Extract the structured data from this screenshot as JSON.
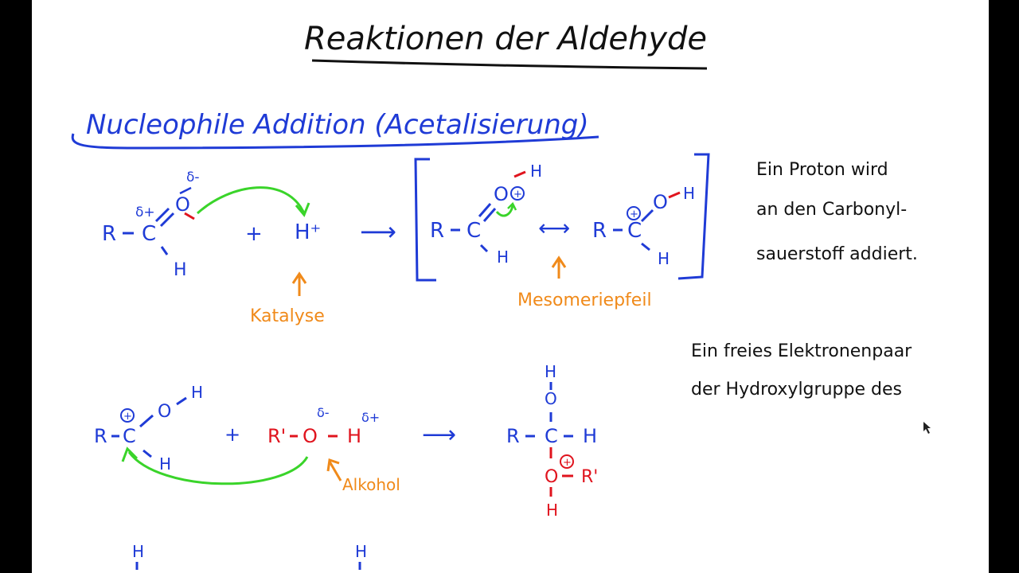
{
  "title": "Reaktionen der Aldehyde",
  "subtitle": "Nucleophile Addition (Acetalisierung)",
  "colors": {
    "black": "#111111",
    "blue": "#1f3bd6",
    "red": "#e0141e",
    "green": "#3ad42a",
    "orange": "#f08a1a"
  },
  "reaction1": {
    "aldehyde": {
      "r": "R",
      "c": "C",
      "o": "O",
      "h": "H",
      "delta_plus": "δ+",
      "delta_minus": "δ-"
    },
    "plus": "+",
    "proton": "H⁺",
    "arrow": "⟶",
    "label_catalysis": "Katalyse",
    "resonance_arrow": "⟷",
    "label_mesomery": "Mesomeriepfeil"
  },
  "reaction2": {
    "r1": "R'",
    "o": "O",
    "h": "H",
    "delta_minus": "δ-",
    "delta_plus": "δ+",
    "label_alcohol": "Alkohol",
    "plus": "+",
    "arrow": "⟶"
  },
  "notes": {
    "line1": "Ein Proton wird",
    "line2": "an den Carbonyl-",
    "line3": "sauerstoff addiert.",
    "line4": "Ein freies Elektronenpaar",
    "line5": "der Hydroxylgruppe des"
  }
}
